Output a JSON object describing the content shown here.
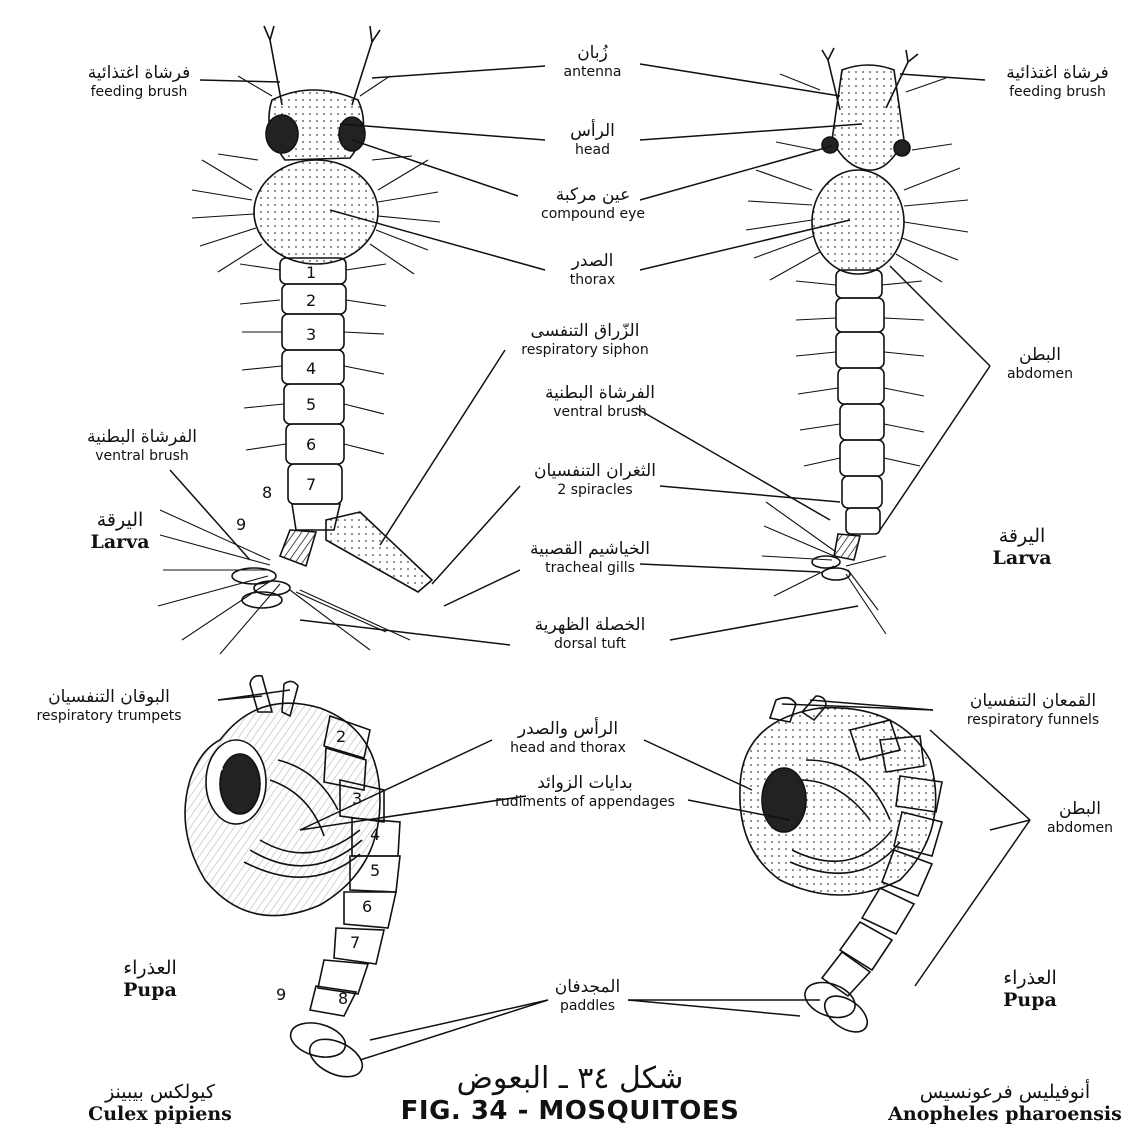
{
  "labels": {
    "feeding_brush_left": {
      "ar": "فرشاة اغتذائية",
      "en": "feeding brush"
    },
    "feeding_brush_right": {
      "ar": "فرشاة اغتذائية",
      "en": "feeding brush"
    },
    "antenna": {
      "ar": "زُبان",
      "en": "antenna"
    },
    "head": {
      "ar": "الرأس",
      "en": "head"
    },
    "compound_eye": {
      "ar": "عين مركبة",
      "en": "compound eye"
    },
    "thorax": {
      "ar": "الصدر",
      "en": "thorax"
    },
    "respiratory_siphon": {
      "ar": "الزّراق التنفسى",
      "en": "respiratory siphon"
    },
    "ventral_brush_center": {
      "ar": "الفرشاة البطنية",
      "en": "ventral brush"
    },
    "ventral_brush_left": {
      "ar": "الفرشاة البطنية",
      "en": "ventral brush"
    },
    "abdomen_larva": {
      "ar": "البطن",
      "en": "abdomen"
    },
    "spiracles": {
      "ar": "الثغران التنفسيان",
      "en": "2 spiracles"
    },
    "tracheal_gills": {
      "ar": "الخياشيم القصبية",
      "en": "tracheal gills"
    },
    "dorsal_tuft": {
      "ar": "الخصلة الظهرية",
      "en": "dorsal tuft"
    },
    "larva_left": {
      "ar": "اليرقة",
      "en": "Larva"
    },
    "larva_right": {
      "ar": "اليرقة",
      "en": "Larva"
    },
    "respiratory_trumpets": {
      "ar": "البوقان التنفسيان",
      "en": "respiratory trumpets"
    },
    "respiratory_funnels": {
      "ar": "القمعان التنفسيان",
      "en": "respiratory funnels"
    },
    "head_and_thorax": {
      "ar": "الرأس والصدر",
      "en": "head and thorax"
    },
    "rudiments": {
      "ar": "بدايات الزوائد",
      "en": "rudiments of appendages"
    },
    "abdomen_pupa": {
      "ar": "البطن",
      "en": "abdomen"
    },
    "paddles": {
      "ar": "المجدفان",
      "en": "paddles"
    },
    "pupa_left": {
      "ar": "العذراء",
      "en": "Pupa"
    },
    "pupa_right": {
      "ar": "العذراء",
      "en": "Pupa"
    }
  },
  "species": {
    "culex": {
      "ar": "كيولكس بيبينز",
      "en": "Culex pipiens"
    },
    "anopheles": {
      "ar": "أنوفيليس فرعونسيس",
      "en": "Anopheles pharoensis"
    }
  },
  "caption": {
    "ar": "شكل ٣٤ ـ البعوض",
    "en": "FIG. 34 - MOSQUITOES"
  },
  "segment_numbers": {
    "larva": [
      "1",
      "2",
      "3",
      "4",
      "5",
      "6",
      "7",
      "8",
      "9"
    ],
    "pupa": [
      "2",
      "3",
      "4",
      "5",
      "6",
      "7",
      "8",
      "9"
    ]
  }
}
